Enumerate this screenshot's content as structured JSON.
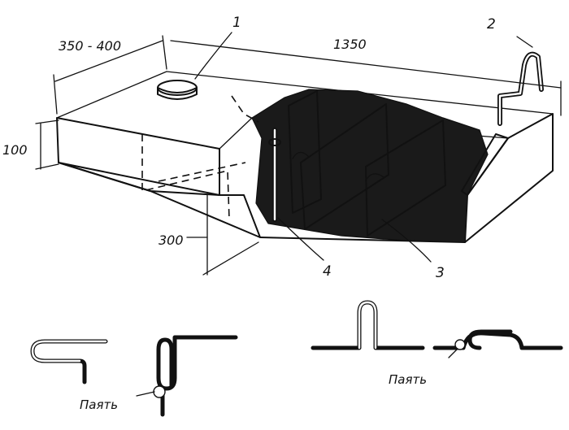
{
  "figure": {
    "dimensions": {
      "width": "350 - 400",
      "length": "1350",
      "height": "100",
      "depth": "300"
    },
    "callouts": [
      "1",
      "2",
      "3",
      "4"
    ],
    "solder_note": "Паять"
  },
  "colors": {
    "ink": "#111111",
    "paper": "#ffffff"
  }
}
